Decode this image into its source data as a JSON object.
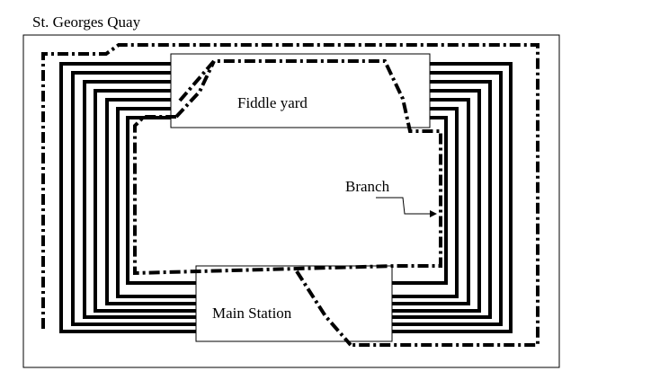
{
  "title": "St. Georges Quay",
  "labels": {
    "fiddle_yard": "Fiddle yard",
    "main_station": "Main Station",
    "branch": "Branch"
  },
  "colors": {
    "line": "#000000",
    "background": "#ffffff"
  }
}
